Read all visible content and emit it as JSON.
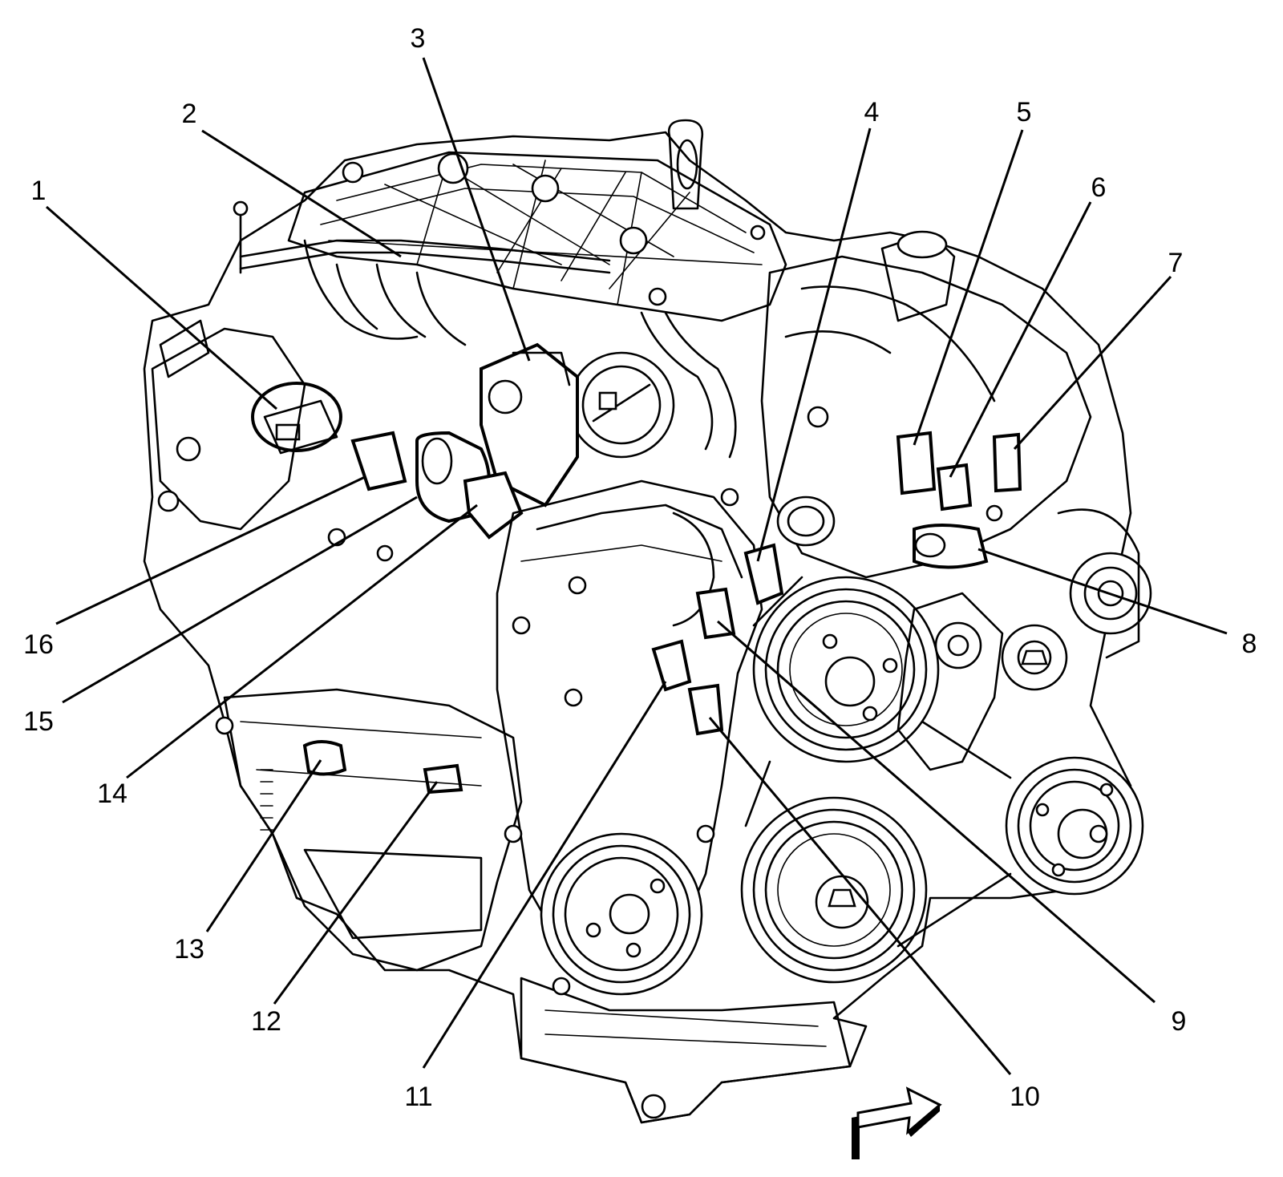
{
  "callouts": [
    {
      "id": "1",
      "label": "1"
    },
    {
      "id": "2",
      "label": "2"
    },
    {
      "id": "3",
      "label": "3"
    },
    {
      "id": "4",
      "label": "4"
    },
    {
      "id": "5",
      "label": "5"
    },
    {
      "id": "6",
      "label": "6"
    },
    {
      "id": "7",
      "label": "7"
    },
    {
      "id": "8",
      "label": "8"
    },
    {
      "id": "9",
      "label": "9"
    },
    {
      "id": "10",
      "label": "10"
    },
    {
      "id": "11",
      "label": "11"
    },
    {
      "id": "12",
      "label": "12"
    },
    {
      "id": "13",
      "label": "13"
    },
    {
      "id": "14",
      "label": "14"
    },
    {
      "id": "15",
      "label": "15"
    },
    {
      "id": "16",
      "label": "16"
    }
  ],
  "colors": {
    "line": "#000000",
    "background": "#ffffff"
  },
  "icons": {
    "direction": "front-direction-arrow-icon"
  }
}
